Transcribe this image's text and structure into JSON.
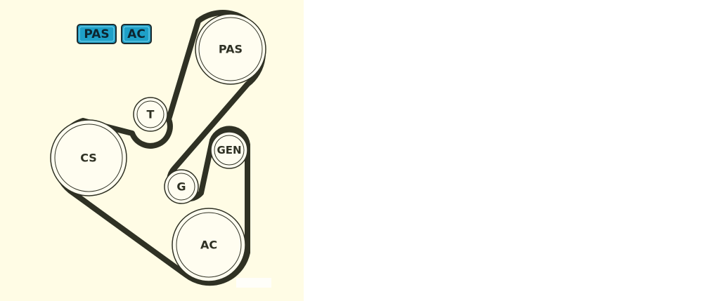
{
  "legend": {
    "pas_label": "PAS",
    "ac_label": "AC"
  },
  "pulleys": {
    "pas": "PAS",
    "t": "T",
    "cs": "CS",
    "gen": "GEN",
    "g": "G",
    "ac": "AC"
  },
  "colors": {
    "panel_background": "#fffce5",
    "belt": "#2f3124",
    "pulley_fill": "#fffdf0",
    "legend_fill": "#1ea0c8",
    "legend_stroke": "#1c2a2e"
  }
}
